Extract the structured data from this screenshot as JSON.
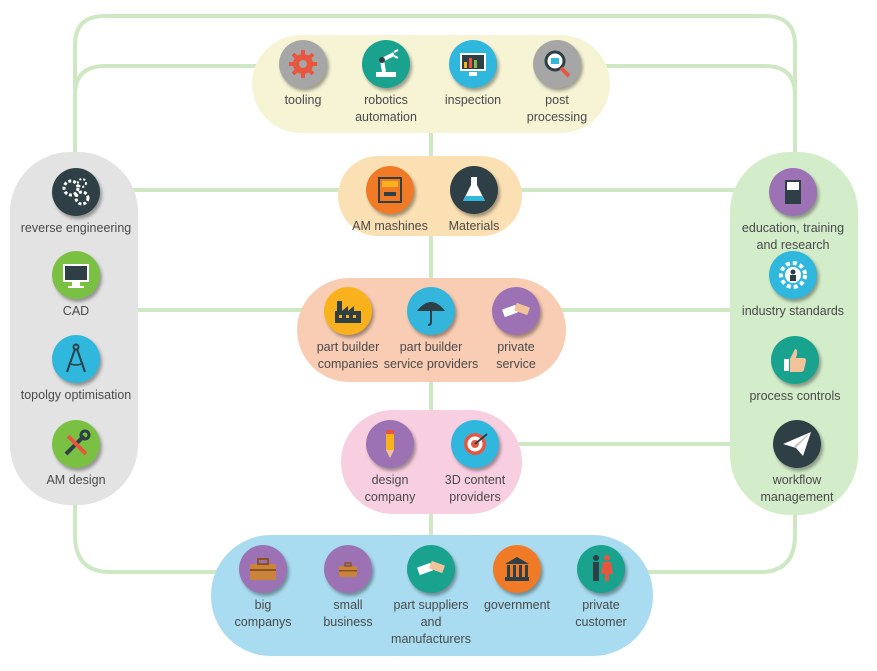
{
  "groups": [
    {
      "id": "equipment",
      "color": "#f6f4d5"
    },
    {
      "id": "machines",
      "color": "#fbe0b4"
    },
    {
      "id": "builders",
      "color": "#f9cdb4"
    },
    {
      "id": "design",
      "color": "#f8cfe0"
    },
    {
      "id": "customers",
      "color": "#a9dcf0"
    },
    {
      "id": "engineering",
      "color": "#e3e3e3"
    },
    {
      "id": "support",
      "color": "#d3ecc9"
    }
  ],
  "nodes": [
    {
      "id": "tooling",
      "label": "tooling",
      "icon": "gear-icon",
      "color": "#a6a6a6"
    },
    {
      "id": "robotics",
      "label": "robotics\nautomation",
      "icon": "robot-arm-icon",
      "color": "#19a28d"
    },
    {
      "id": "inspection",
      "label": "inspection",
      "icon": "monitor-chart-icon",
      "color": "#2fb7de"
    },
    {
      "id": "post-processing",
      "label": "post\nprocessing",
      "icon": "magnifier-icon",
      "color": "#a6a6a6"
    },
    {
      "id": "am-machines",
      "label": "AM mashines",
      "icon": "printer-icon",
      "color": "#f07a25"
    },
    {
      "id": "materials",
      "label": "Materials",
      "icon": "flask-icon",
      "color": "#2e3f45"
    },
    {
      "id": "part-builder-companies",
      "label": "part builder\ncompanies",
      "icon": "factory-icon",
      "color": "#f9b21c"
    },
    {
      "id": "part-builder-service",
      "label": "part builder\nservice providers",
      "icon": "umbrella-icon",
      "color": "#33b5dc"
    },
    {
      "id": "private-service",
      "label": "private\nservice",
      "icon": "handshake-icon",
      "color": "#9c72b4"
    },
    {
      "id": "design-company",
      "label": "design\ncompany",
      "icon": "pencil-icon",
      "color": "#9c72b4"
    },
    {
      "id": "3d-content",
      "label": "3D content\nproviders",
      "icon": "target-icon",
      "color": "#2fb7de"
    },
    {
      "id": "big-companys",
      "label": "big\ncompanys",
      "icon": "briefcase-icon",
      "color": "#9c72b4"
    },
    {
      "id": "small-business",
      "label": "small\nbusiness",
      "icon": "small-briefcase-icon",
      "color": "#9c72b4"
    },
    {
      "id": "part-suppliers",
      "label": "part suppliers\nand\nmanufacturers",
      "icon": "handshake-icon",
      "color": "#19a28d"
    },
    {
      "id": "government",
      "label": "government",
      "icon": "bank-icon",
      "color": "#f07a25"
    },
    {
      "id": "private-customer",
      "label": "private\ncustomer",
      "icon": "people-icon",
      "color": "#19a28d"
    },
    {
      "id": "reverse-engineering",
      "label": "reverse engineering",
      "icon": "gears-icon",
      "color": "#2e3f45"
    },
    {
      "id": "cad",
      "label": "CAD",
      "icon": "monitor-icon",
      "color": "#7ac143"
    },
    {
      "id": "topology",
      "label": "topolgy optimisation",
      "icon": "compass-icon",
      "color": "#2fb7de"
    },
    {
      "id": "am-design",
      "label": "AM design",
      "icon": "tools-icon",
      "color": "#7ac143"
    },
    {
      "id": "education",
      "label": "education, training\nand research",
      "icon": "book-icon",
      "color": "#9c72b4"
    },
    {
      "id": "industry-standards",
      "label": "industry standards",
      "icon": "gear-person-icon",
      "color": "#2fb7de"
    },
    {
      "id": "process-controls",
      "label": "process controls",
      "icon": "thumbs-up-icon",
      "color": "#19a28d"
    },
    {
      "id": "workflow",
      "label": "workflow\nmanagement",
      "icon": "paper-plane-icon",
      "color": "#2e3f45"
    }
  ],
  "line_color": "#cfe8c4"
}
